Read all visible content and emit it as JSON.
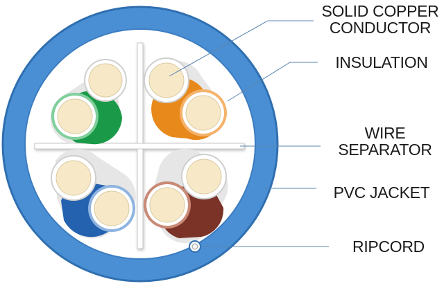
{
  "labels": {
    "conductor": [
      "SOLID COPPER",
      "CONDUCTOR"
    ],
    "insulation": "INSULATION",
    "separator": [
      "WIRE",
      "SEPARATOR"
    ],
    "jacket": "PVC JACKET",
    "ripcord": "RIPCORD"
  },
  "colors": {
    "jacket": "#4a8fd4",
    "jacket_edge": "#2f6fb0",
    "copper": "#f7e9c8",
    "white_insulation": "#eeeeee",
    "green": "#1a9a48",
    "orange": "#e8891c",
    "blue": "#2462b0",
    "brown": "#7a3326",
    "separator": "#ffffff",
    "leader": "#5a86b0"
  },
  "pairs": [
    "green",
    "orange",
    "blue",
    "brown"
  ]
}
